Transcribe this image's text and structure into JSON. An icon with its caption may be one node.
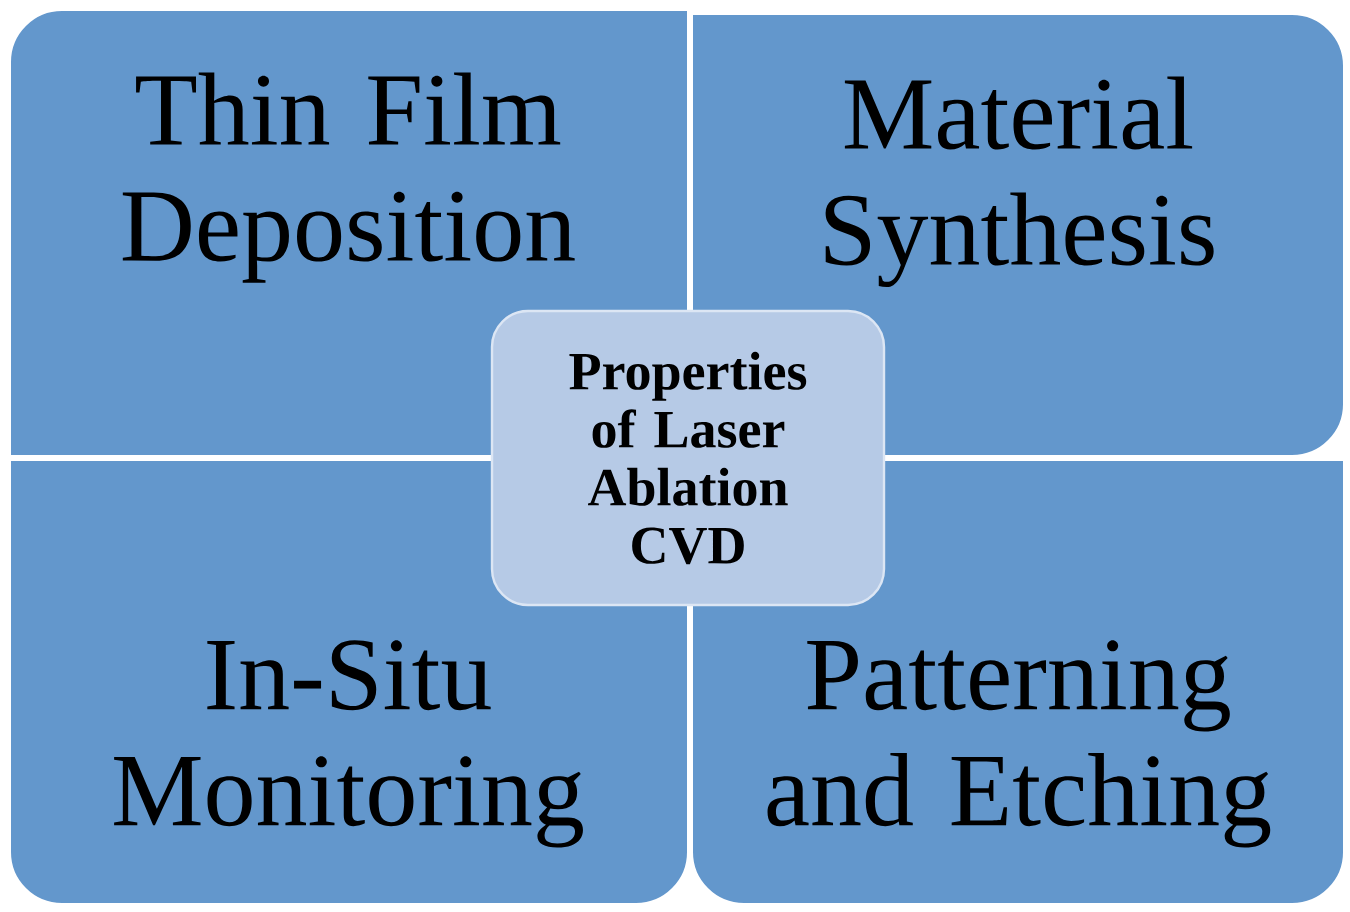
{
  "diagram": {
    "nodes": [
      {
        "text": [
          "Thin Film Deposition"
        ]
      },
      {
        "text": [
          "Material Synthesis"
        ]
      },
      {
        "text": [
          "In-Situ Monitoring"
        ]
      },
      {
        "text": [
          "Patterning and Etching"
        ]
      },
      {
        "text": [
          "Properties of Laser Ablation CVD"
        ]
      }
    ]
  }
}
